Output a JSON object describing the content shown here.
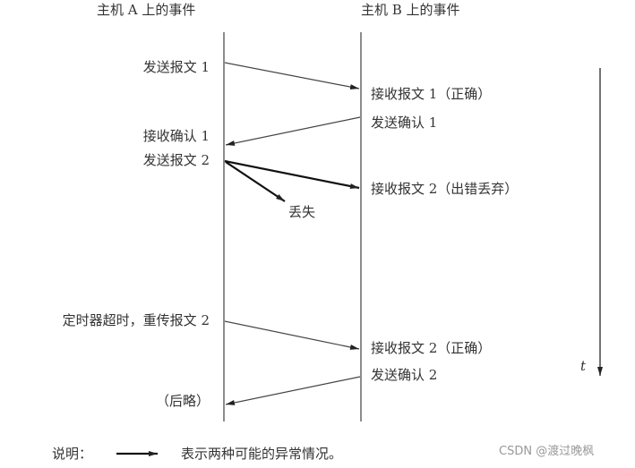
{
  "headers": {
    "host_a": "主机 A 上的事件",
    "host_b": "主机 B 上的事件"
  },
  "host_a_events": [
    "发送报文 1",
    "接收确认 1",
    "发送报文 2",
    "定时器超时，重传报文 2",
    "（后略）"
  ],
  "host_b_events": [
    "接收报文 1（正确）",
    "发送确认 1",
    "接收报文 2（出错丢弃）",
    "接收报文 2（正确）",
    "发送确认 2"
  ],
  "lost_label": "丢失",
  "time_label": "t",
  "legend": {
    "prefix": "说明：",
    "text": "表示两种可能的异常情况。"
  },
  "watermark": "CSDN @渡过晚枫"
}
